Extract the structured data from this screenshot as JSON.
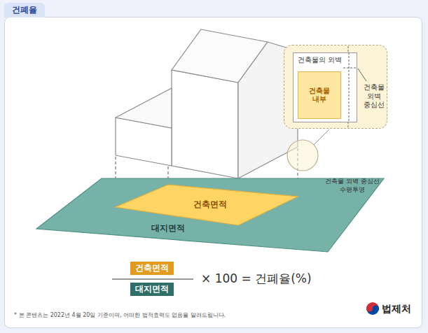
{
  "diagram": {
    "title": "건폐율",
    "nodes": [
      {
        "text": [
          "대지면적"
        ]
      },
      {
        "text": [
          "건축면적"
        ],
        "in": 0
      },
      {
        "text": [
          "건축물 외벽 중심선"
        ]
      },
      {
        "text": [
          "건축물의 외벽"
        ],
        "in": 2
      },
      {
        "text": [
          "건축물 내부"
        ],
        "in": 3
      },
      {
        "text": [
          "건축면적"
        ]
      },
      {
        "text": [
          "대지면적"
        ]
      }
    ],
    "labels": [
      "건축물 외벽 중심선 수평투영",
      "× 100 = 건폐율(%)",
      "* 본 콘텐츠는 2022년 4월 20일 기준이며, 어떠한 법적효력도 없음을 알려드립니다.",
      "법제처"
    ]
  }
}
